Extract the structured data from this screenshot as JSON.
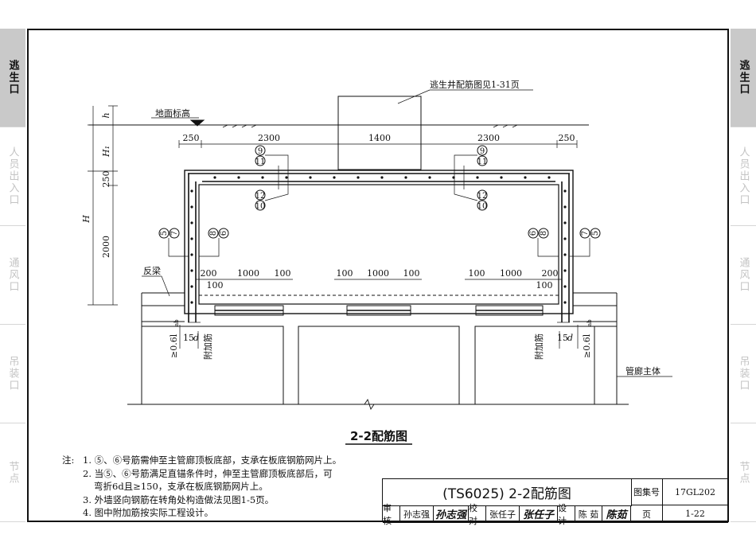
{
  "side_tabs": [
    "逃生口",
    "人员出入口",
    "通风口",
    "吊装口",
    "节点"
  ],
  "active_tab": "逃生口",
  "drawing": {
    "title": "2-2配筋图",
    "callout_top": "逃生井配筋图见1-31页",
    "ground_label": "地面标高",
    "beam_label": "反梁",
    "main_body_label": "管廊主体",
    "added_bar_label": "附加筋",
    "anchor_label": "≥0.6l",
    "anchor_sub": "ab",
    "dim_15d": "15",
    "dim_15d_sub": "d",
    "dims_top": [
      "250",
      "2300",
      "1400",
      "2300",
      "250"
    ],
    "dims_left": [
      "h",
      "H₁",
      "250",
      "H",
      "2000"
    ],
    "dims_bottom": [
      "200",
      "1000",
      "100",
      "100",
      "100",
      "1000",
      "100",
      "100",
      "1000",
      "200",
      "100"
    ],
    "bar_marks_top": [
      "9",
      "11",
      "12",
      "10"
    ],
    "bar_marks_side": [
      "5",
      "7",
      "8",
      "6"
    ]
  },
  "notes": {
    "lead": "注:",
    "items": [
      "1. ⑤、⑥号筋需伸至主管廊顶板底部，支承在板底钢筋网片上。",
      "2. 当⑤、⑥号筋满足直锚条件时，伸至主管廊顶板底部后，可",
      "弯折6d且≥150，支承在板底钢筋网片上。",
      "3. 外墙竖向钢筋在转角处构造做法见图1-5页。",
      "4. 图中附加筋按实际工程设计。"
    ]
  },
  "title_block": {
    "title": "(TS6025) 2-2配筋图",
    "atlas_label": "图集号",
    "atlas_no": "17GL202",
    "page_label": "页",
    "page_no": "1-22",
    "review_label": "审核",
    "review_name": "孙志强",
    "review_sig": "孙志强",
    "check_label": "校对",
    "check_name": "张任子",
    "check_sig": "张任子",
    "design_label": "设计",
    "design_name": "陈 茹",
    "design_sig": "陈茹"
  }
}
